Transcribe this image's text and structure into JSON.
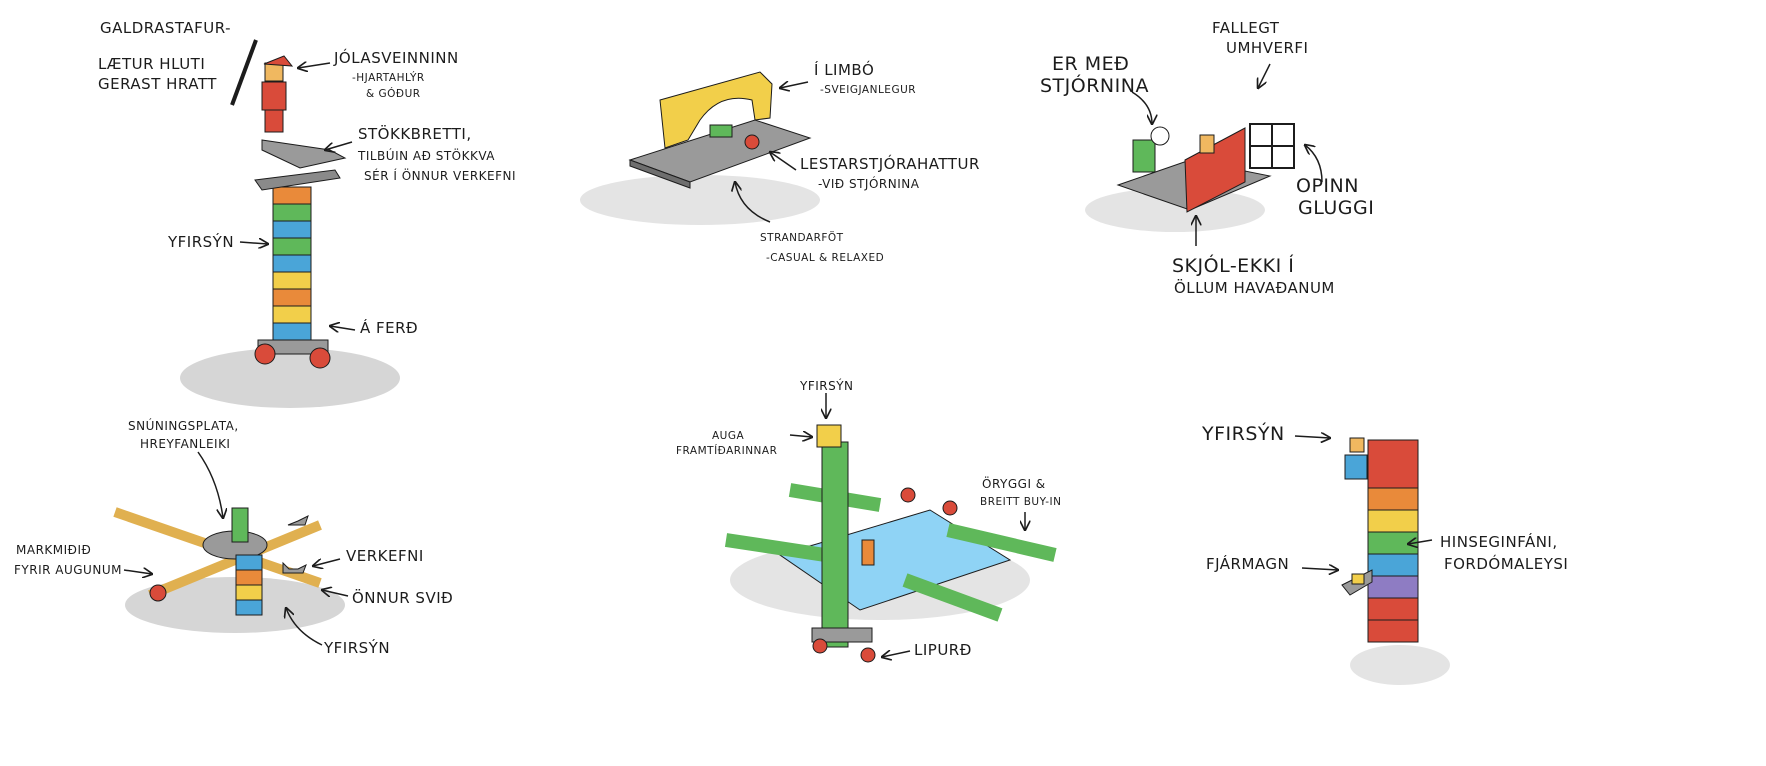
{
  "scenes": [
    {
      "labels": [
        {
          "line1": "GALDRASTAFUR-",
          "line2": ""
        },
        {
          "line1": "LÆTUR HLUTI",
          "line2": "GERAST HRATT"
        },
        {
          "line1": "JÓLASVEINNINN",
          "line2": "-HJARTAHLÝR",
          "line3": "& GÓÐUR"
        },
        {
          "line1": "STÖKKBRETTI,",
          "line2": "TILBÚIN AÐ STÖKKVA",
          "line3": "SÉR Í ÖNNUR VERKEFNI"
        },
        {
          "line1": "YFIRSÝN"
        },
        {
          "line1": "Á FERÐ"
        }
      ]
    },
    {
      "labels": [
        {
          "line1": "Í LIMBÓ",
          "line2": "-SVEIGJANLEGUR"
        },
        {
          "line1": "LESTARSTJÓRAHATTUR",
          "line2": "-VIÐ STJÓRNINA"
        },
        {
          "line1": "STRANDARFÖT",
          "line2": "-CASUAL & RELAXED"
        }
      ]
    },
    {
      "labels": [
        {
          "line1": "ER MEÐ",
          "line2": "STJÓRNINA"
        },
        {
          "line1": "FALLEGT",
          "line2": "UMHVERFI"
        },
        {
          "line1": "OPINN",
          "line2": "GLUGGI"
        },
        {
          "line1": "SKJÓL-EKKI Í",
          "line2": "ÖLLUM HAVAÐANUM"
        }
      ]
    },
    {
      "labels": [
        {
          "line1": "SNÚNINGSPLATA,",
          "line2": "HREYFANLEIKI"
        },
        {
          "line1": "MARKMIÐIÐ",
          "line2": "FYRIR AUGUNUM"
        },
        {
          "line1": "VERKEFNI"
        },
        {
          "line1": "ÖNNUR SVIÐ"
        },
        {
          "line1": "YFIRSÝN"
        }
      ]
    },
    {
      "labels": [
        {
          "line1": "YFIRSÝN"
        },
        {
          "line1": "AUGA",
          "line2": "FRAMTÍÐARINNAR"
        },
        {
          "line1": "ÖRYGGI &",
          "line2": "BREITT BUY-IN"
        },
        {
          "line1": "LIPURÐ"
        }
      ]
    },
    {
      "labels": [
        {
          "line1": "YFIRSÝN"
        },
        {
          "line1": "FJÁRMAGN"
        },
        {
          "line1": "HINSEGINFÁNI,",
          "line2": "FORDÓMALEYSI"
        }
      ]
    }
  ],
  "colors": {
    "ink": "#1c1c1c",
    "shadow": "#d6d6d6",
    "red": "#d94b3a",
    "orange": "#e98a3a",
    "yellow": "#f2cf4a",
    "green": "#5fb85a",
    "blue": "#4aa5d8",
    "purple": "#8e7cc3",
    "gray": "#9a9a9a",
    "skin": "#f0b860",
    "water": "#8fd3f5"
  }
}
